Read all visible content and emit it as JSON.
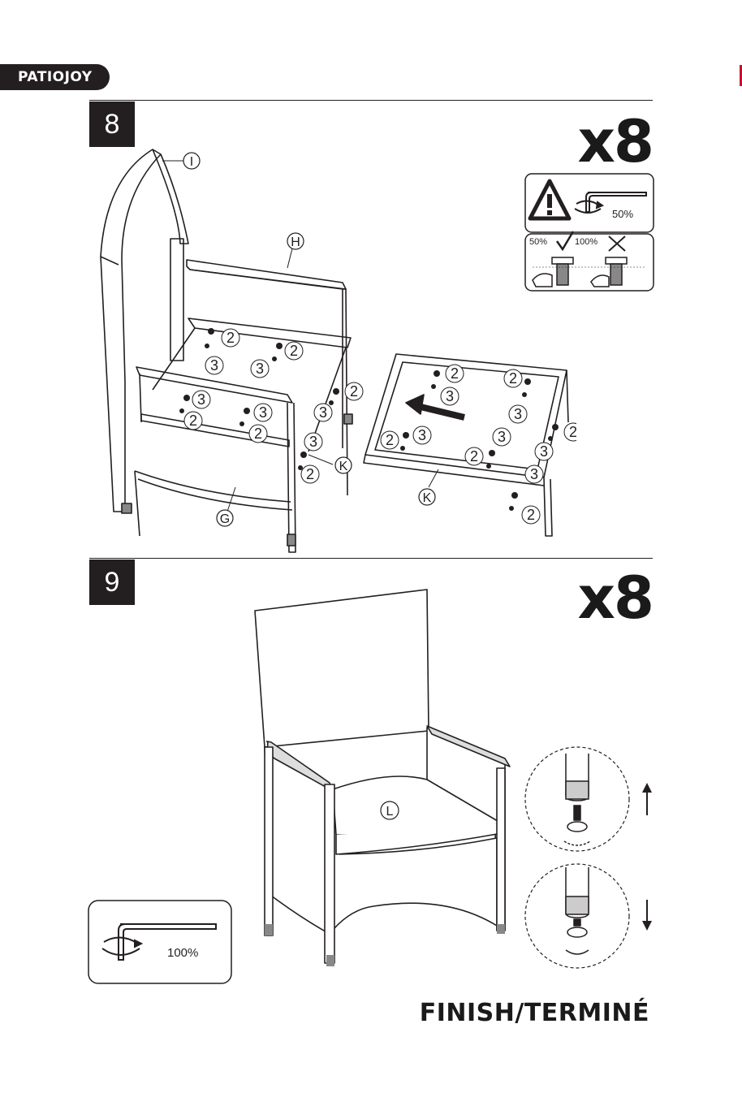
{
  "brand": {
    "logo_text": "PATIOJOY"
  },
  "step8": {
    "number": "8",
    "quantity": "x8",
    "labels": {
      "backrest": "I",
      "armrest": "H",
      "front_frame": "G",
      "seat_frame": "K",
      "seat_frame_2": "K"
    },
    "parts": {
      "screw": "2",
      "washer": "3"
    },
    "warning": {
      "torque_initial": "50%",
      "ok_label": "50%",
      "bad_label": "100%"
    }
  },
  "step9": {
    "number": "9",
    "quantity": "x8",
    "cushion_label": "L",
    "tighten_label": "100%"
  },
  "finish_text": "FINISH/TERMINÉ"
}
